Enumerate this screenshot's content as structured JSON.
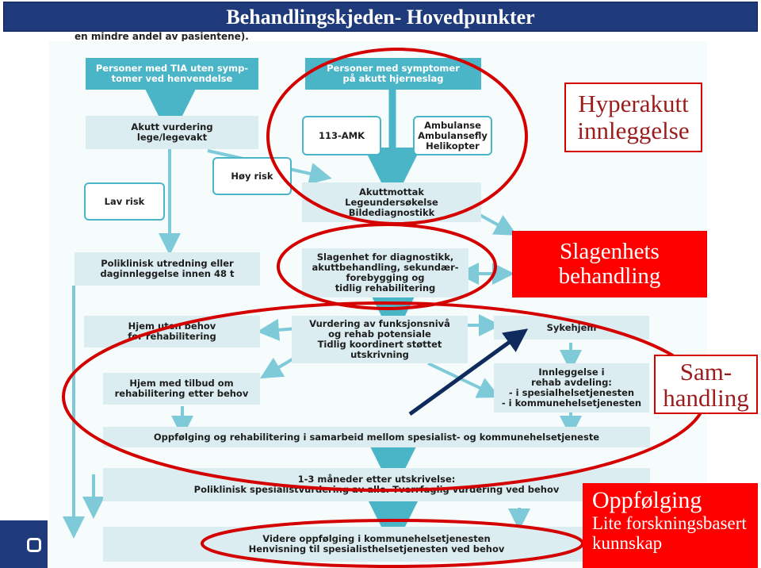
{
  "header": {
    "title": "Behandlingskjeden- Hovedpunkter",
    "caption": "en mindre andel av pasientene)."
  },
  "flow": {
    "tia": "Personer med TIA uten symp-\ntomer ved henvendelse",
    "symptoms": "Personer med symptomer\npå akutt hjerneslag",
    "acute_eval": "Akutt vurdering\nlege/legevakt",
    "amk": "113-AMK",
    "ambulance": "Ambulanse\nAmbulansefly\nHelikopter",
    "high_risk": "Høy risk",
    "low_risk": "Lav risk",
    "emergency": "Akuttmottak\nLegeundersøkelse\nBildediagnostikk",
    "outpatient": "Poliklinisk utredning eller\ndaginnleggelse innen 48 t",
    "stroke_unit": "Slagenhet for diagnostikk,\nakuttbehandling, sekundær-\nforebygging og\ntidlig rehabilitering",
    "home_no_rehab": "Hjem uten behov\nfor rehabilitering",
    "assessment": "Vurdering av funksjonsnivå\nog rehab potensiale\nTidlig koordinert støttet\nutskrivning",
    "nursing_home": "Sykehjem",
    "home_rehab": "Hjem med tilbud om\nrehabilitering etter behov",
    "rehab_admission": "Innleggelse i\nrehab avdeling:\n- i spesialhelsetjenesten\n- i kommunehelsetjenesten",
    "followup": "Oppfølging og rehabilitering i samarbeid mellom spesialist- og kommunehelsetjeneste",
    "three_months": "1-3 måneder etter utskrivelse:\nPoliklinisk spesialistvurdering av alle. Tverrfaglig vurdering ved behov",
    "further": "Videre oppfølging i kommunehelsetjenesten\nHenvisning til spesialisthelsetjenesten ved behov"
  },
  "annotations": {
    "hyperacute": "Hyperakutt\ninnleggelse",
    "stroke_unit_treatment": "Slagenhets\nbehandling",
    "collaboration": "Sam-\nhandling",
    "followup_title": "Oppfølging",
    "followup_line1": "Lite forskningsbasert",
    "followup_line2": "kunnskap"
  },
  "colors": {
    "teal": "#4bb5c8",
    "light_box": "#dcedf1",
    "title_bar": "#1f3a7a",
    "annotation_red": "#ff0000",
    "ellipse_red": "#d40000",
    "pointer_arrow": "#0f2a5c"
  }
}
